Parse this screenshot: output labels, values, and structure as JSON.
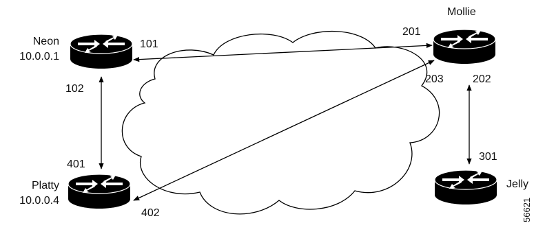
{
  "routers": [
    {
      "id": "neon",
      "name": "Neon",
      "address": "10.0.0.1"
    },
    {
      "id": "mollie",
      "name": "Mollie",
      "address": ""
    },
    {
      "id": "platty",
      "name": "Platty",
      "address": "10.0.0.4"
    },
    {
      "id": "jelly",
      "name": "Jelly",
      "address": ""
    }
  ],
  "links": [
    {
      "from": "neon",
      "to": "mollie",
      "from_port": "101",
      "to_port": "201"
    },
    {
      "from": "neon",
      "to": "platty",
      "from_port": "102",
      "to_port": "401"
    },
    {
      "from": "mollie",
      "to": "platty",
      "from_port": "203",
      "to_port": "402"
    },
    {
      "from": "mollie",
      "to": "jelly",
      "from_port": "202",
      "to_port": "301"
    }
  ],
  "figure_id": "56621",
  "colors": {
    "router_body": "#000000",
    "router_arrows": "#ffffff",
    "cloud_stroke": "#000000",
    "link": "#000000"
  }
}
